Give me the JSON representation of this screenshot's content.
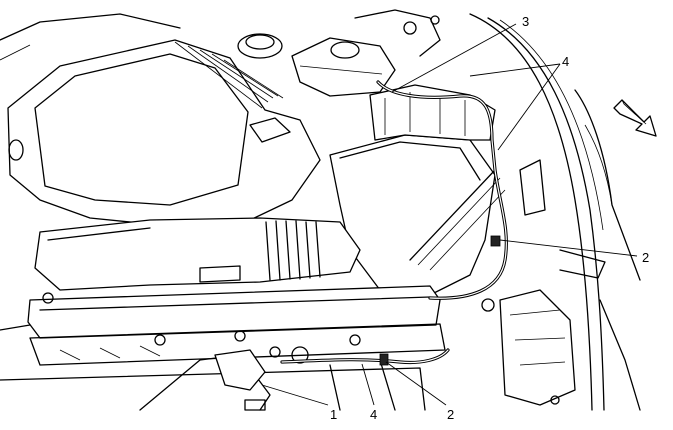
{
  "diagram": {
    "callouts": [
      {
        "id": "c3-top",
        "label": "3"
      },
      {
        "id": "c4-top",
        "label": "4"
      },
      {
        "id": "c2-right",
        "label": "2"
      },
      {
        "id": "c1-bottom",
        "label": "1"
      },
      {
        "id": "c4-bottom",
        "label": "4"
      },
      {
        "id": "c2-bottom",
        "label": "2"
      }
    ],
    "direction_arrow": "arrow-icon"
  }
}
